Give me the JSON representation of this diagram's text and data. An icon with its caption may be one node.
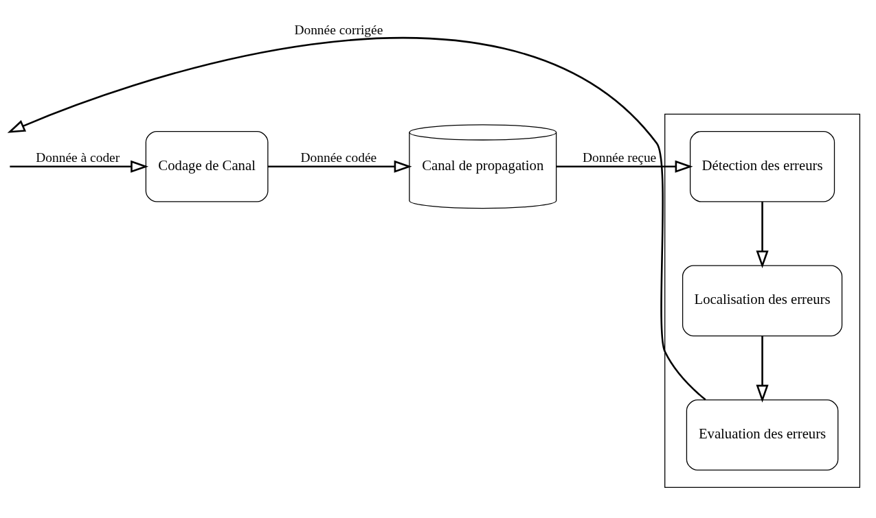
{
  "diagram": {
    "nodes": [
      {
        "text": [
          "Codage de Canal"
        ]
      },
      {
        "text": [
          "Canal de propagation"
        ]
      },
      {
        "text": [],
        "shape": "box"
      },
      {
        "text": [
          "Détection des erreurs"
        ],
        "in": 2
      },
      {
        "text": [
          "Localisation des erreurs"
        ],
        "in": 2
      },
      {
        "text": [
          "Evaluation des erreurs"
        ],
        "in": 2
      }
    ],
    "edges": [
      {
        "from": null,
        "to": 0,
        "arrow": "to",
        "label": "Donnée à coder"
      },
      {
        "from": 0,
        "to": 1,
        "arrow": "to",
        "label": "Donnée codée"
      },
      {
        "from": 1,
        "to": 3,
        "arrow": "to",
        "label": "Donnée reçue"
      },
      {
        "from": 3,
        "to": 4,
        "arrow": "to"
      },
      {
        "from": 4,
        "to": 5,
        "arrow": "to"
      },
      {
        "from": 5,
        "to": null,
        "arrow": "to",
        "label": "Donnée corrigée"
      }
    ]
  }
}
